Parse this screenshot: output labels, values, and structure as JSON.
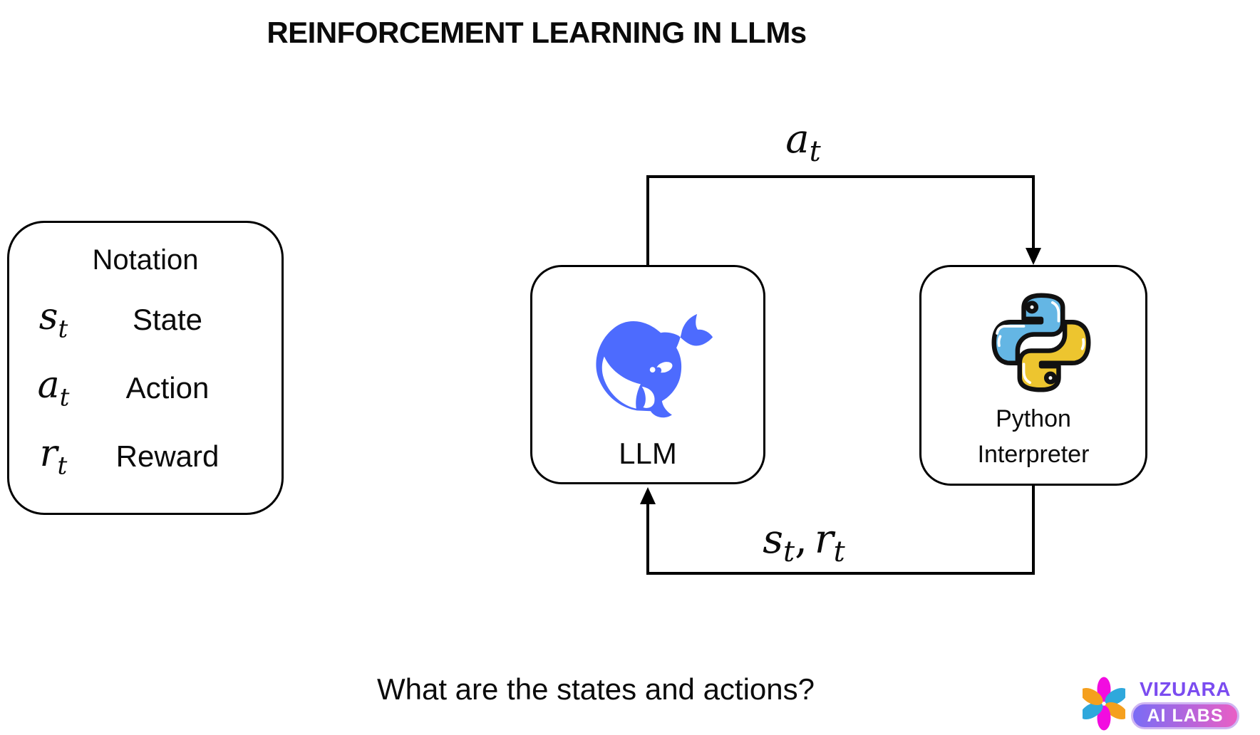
{
  "title": "REINFORCEMENT LEARNING IN LLMs",
  "notation_panel": {
    "header": "Notation",
    "rows": [
      {
        "symbol": "s",
        "subscript": "t",
        "label": "State"
      },
      {
        "symbol": "a",
        "subscript": "t",
        "label": "Action"
      },
      {
        "symbol": "r",
        "subscript": "t",
        "label": "Reward"
      }
    ]
  },
  "diagram": {
    "llm_node": {
      "label": "LLM",
      "icon": "deepseek-whale-icon",
      "icon_color": "#4D6BFE"
    },
    "python_node": {
      "label_line1": "Python",
      "label_line2": "Interpreter",
      "icon": "python-icon",
      "icon_colors": {
        "blue": "#64B6E4",
        "yellow": "#EDC52F",
        "outline": "#111111"
      }
    },
    "top_arrow_label": {
      "symbol": "a",
      "subscript": "t"
    },
    "bottom_arrow_label": {
      "s_symbol": "s",
      "s_subscript": "t",
      "separator": ",",
      "r_symbol": "r",
      "r_subscript": "t"
    },
    "arrow_color": "#000000"
  },
  "question": "What are the states and actions?",
  "brand": {
    "name": "VIZUARA",
    "badge": "AI LABS",
    "colors": {
      "name_purple": "#7B4CF0",
      "badge_gradient_start": "#7A6CF5",
      "badge_gradient_end": "#E95FC5",
      "flower_magenta": "#F20CE0",
      "flower_orange": "#F5A01E",
      "flower_blue": "#2FA8DC"
    }
  }
}
